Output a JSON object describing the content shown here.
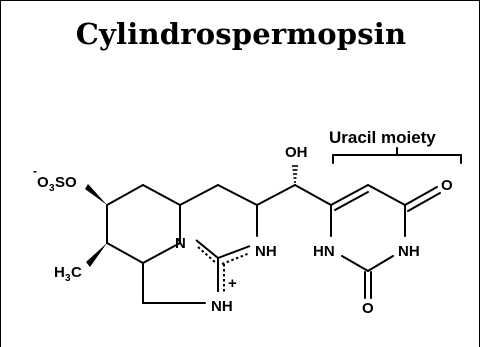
{
  "title": "Cylindrospermopsin",
  "moiety_label": "Uracil moiety",
  "atoms": {
    "sulfate_charge": "-",
    "sulfate_o3": "O",
    "sulfate_sub": "3",
    "sulfate_so": "SO",
    "oh": "OH",
    "methyl_h": "H",
    "methyl_sub": "3",
    "methyl_c": "C",
    "n_ring": "N",
    "nh_guanidine_right": "NH",
    "nh_guanidine_bottom": "NH",
    "plus": "+",
    "hn_uracil": "HN",
    "nh_uracil": "NH",
    "o_uracil_top": "O",
    "o_uracil_bottom": "O"
  }
}
